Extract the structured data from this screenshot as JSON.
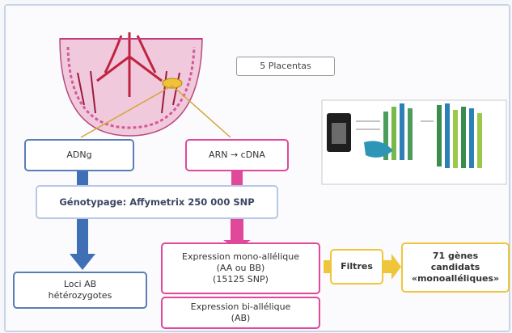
{
  "placentas_label": "5 Placentas",
  "nodes": {
    "adng": "ADNg",
    "arn_cdna": "ARN → cDNA",
    "genotypage": "Génotypage: Affymetrix 250 000 SNP",
    "loci": "Loci AB\nhétérozygotes",
    "mono": "Expression mono-allélique\n(AA ou BB)\n(15125 SNP)",
    "bi": "Expression bi-allélique\n(AB)",
    "filtres": "Filtres",
    "candidats": "71 gènes candidats\n«monoalléliques»"
  },
  "colors": {
    "blue": "#3f6fb5",
    "pink": "#e0489a",
    "yellow": "#efc63a",
    "placenta": "#c23a77"
  }
}
